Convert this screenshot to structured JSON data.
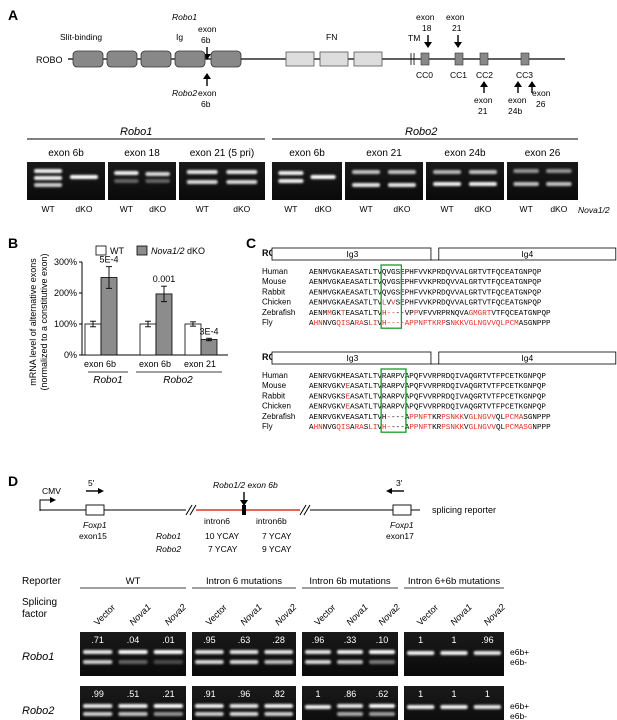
{
  "panels": {
    "a": "A",
    "b": "B",
    "c": "C",
    "d": "D"
  },
  "panelA": {
    "protein": "ROBO",
    "domains": {
      "slit": "Slit-binding",
      "ig": "Ig",
      "fn": "FN",
      "tm": "TM"
    },
    "cc_labels": [
      "CC0",
      "CC1",
      "CC2",
      "CC3"
    ],
    "robo1_label": "Robo1",
    "robo1_exon_label": [
      "exon",
      "6b"
    ],
    "robo2_label": "Robo2",
    "robo2_exon_label": [
      "exon",
      "6b"
    ],
    "top_exons": [
      [
        "exon",
        "18"
      ],
      [
        "exon",
        "21"
      ]
    ],
    "bottom_exons": [
      [
        "exon",
        "21"
      ],
      [
        "exon",
        "24b"
      ],
      [
        "exon",
        "26"
      ]
    ],
    "gel_groups": [
      "Robo1",
      "Robo2"
    ],
    "gel_exons": [
      "exon 6b",
      "exon 18",
      "exon 21 (5 pri)",
      "exon 6b",
      "exon 21",
      "exon 24b",
      "exon 26"
    ],
    "lane_labels": [
      "WT",
      "dKO"
    ],
    "genotype": "Nova1/2"
  },
  "panelB": {
    "ylabel_line1": "mRNA level of alternative exons",
    "ylabel_line2": "(normalized to a constitutive exon)",
    "legend": {
      "wt": "WT",
      "dko_gene": "Nova1/2",
      "dko_suffix": " dKO"
    },
    "pvalues": [
      "5E-4",
      "0.001",
      "3E-4"
    ],
    "group_labels": [
      "Robo1",
      "Robo2"
    ],
    "colors": {
      "wt": "#ffffff",
      "dko": "#8c8c8c"
    }
  },
  "chart_data": {
    "type": "bar",
    "categories": [
      "exon 6b",
      "exon 6b",
      "exon 21"
    ],
    "series": [
      {
        "name": "WT",
        "values": [
          100,
          100,
          100
        ],
        "errors": [
          9,
          9,
          7
        ]
      },
      {
        "name": "Nova1/2 dKO",
        "values": [
          250,
          197,
          50
        ],
        "errors": [
          35,
          25,
          4
        ]
      }
    ],
    "ylim": [
      0,
      300
    ],
    "yticks": [
      "0%",
      "100%",
      "200%",
      "300%"
    ],
    "ytick_values": [
      0,
      100,
      200,
      300
    ]
  },
  "panelC": {
    "blocks": [
      {
        "title": "ROBO1",
        "domains": [
          "Ig3",
          "Ig4"
        ],
        "species": [
          "Human",
          "Mouse",
          "Rabbit",
          "Chicken",
          "Zebrafish",
          "Fly"
        ],
        "seqs": [
          "AENMVGKAEASATLTVQVGSEPHFVVKPRDQVVALGRTVTFQCEATGNPQP",
          "AENMVGKAEASATLTVQVGSEPHFVVKPRDQVVALGRTVTFQCEATGNPQP",
          "AENMVGKAEASATLTVQVGSEPHFVVKPRDQVVALGRTVTFQCEATGNPQP",
          "AENMVGKAEASATLTVLVVSEPHFVVKPRDQVVALGRTVTFQCEATGNPQP",
          "AENMMGKTEASATLTVH----VPPVFVVRPRNQVAGMGRTVTFQCEATGNPQP",
          "AHNNVGQISARASLIVH----APPNFTKRPSNKKVGLNGVVQLPCMASGNPPP"
        ],
        "red": [
          [],
          [],
          [],
          [
            16,
            18
          ],
          [
            4,
            7,
            16,
            17,
            18,
            23,
            35,
            36,
            37,
            38,
            39
          ],
          [
            1,
            2,
            6,
            7,
            8,
            10,
            11,
            13,
            14,
            16,
            17,
            18,
            19,
            20,
            21,
            22,
            23,
            24,
            25,
            26,
            27,
            28,
            29,
            31,
            32,
            33,
            34,
            35,
            36,
            37,
            38,
            39,
            40,
            41,
            42,
            43,
            44,
            45
          ]
        ]
      },
      {
        "title": "ROBO2",
        "domains": [
          "Ig3",
          "Ig4"
        ],
        "species": [
          "Human",
          "Mouse",
          "Rabbit",
          "Chicken",
          "Zebrafish",
          "Fly"
        ],
        "seqs": [
          "AENRVGKMEASATLTVRARPVAPQFVVRPRDQIVAQGRTVTFPCETKGNPQP",
          "AENRVGKVEASATLTVRARPVAPQFVVRPRDQIVAQGRTVTFPCETKGNPQP",
          "AENRVGKSEASATLTVRARPVAPQFVVRPRDQIVAQGRTVTFPCETKGNPQP",
          "AENRVGKVEASATLTVRARPVAPQFVVRPRDQIVAQGRTVTFPCETKGNPQP",
          "AENRVGKVEASATLTVH----APPNFTKRPSNKKVGLNGVVQLPCMASGNPPP",
          "AHNNVGQISARASLIVH----APPNFTKRPSNKKVGLNGVVQLPCMASGNPPP"
        ],
        "red": [
          [],
          [
            8
          ],
          [
            8
          ],
          [
            8
          ],
          [
            17,
            22,
            23,
            24,
            25,
            26,
            29,
            30,
            31,
            32,
            33,
            35,
            36,
            37,
            38,
            39,
            40,
            43,
            44,
            45,
            46
          ],
          [
            1,
            2,
            6,
            7,
            8,
            10,
            11,
            13,
            14,
            16,
            17,
            22,
            23,
            24,
            25,
            26,
            29,
            30,
            31,
            32,
            33,
            35,
            36,
            37,
            38,
            39,
            40,
            43,
            44,
            45,
            46,
            47,
            48
          ]
        ]
      }
    ]
  },
  "panelD": {
    "cmv": "CMV",
    "primer5": "5'",
    "primer3": "3'",
    "exon_label": "Robo1/2 exon 6b",
    "left_exon": [
      "Foxp1",
      "exon15"
    ],
    "right_exon": [
      "Foxp1",
      "exon17"
    ],
    "reporter": "splicing reporter",
    "introns": [
      "intron6",
      "intron6b"
    ],
    "ycay_rows": [
      {
        "gene": "Robo1",
        "i6": "10 YCAY",
        "i6b": "7 YCAY"
      },
      {
        "gene": "Robo2",
        "i6": "7 YCAY",
        "i6b": "9 YCAY"
      }
    ],
    "reporter_label": "Reporter",
    "factor_label": [
      "Splicing",
      "factor"
    ],
    "groups": [
      "WT",
      "Intron 6 mutations",
      "Intron 6b mutations",
      "Intron 6+6b mutations"
    ],
    "lanes": [
      "Vector",
      "Nova1",
      "Nova2"
    ],
    "rows": [
      {
        "gene": "Robo1",
        "values": [
          ".71",
          ".04",
          ".01",
          ".95",
          ".63",
          ".28",
          ".96",
          ".33",
          ".10",
          "1",
          "1",
          ".96"
        ]
      },
      {
        "gene": "Robo2",
        "values": [
          ".99",
          ".51",
          ".21",
          ".91",
          ".96",
          ".82",
          "1",
          ".86",
          ".62",
          "1",
          "1",
          "1"
        ]
      }
    ],
    "band_labels": [
      "e6b+",
      "e6b-"
    ]
  }
}
